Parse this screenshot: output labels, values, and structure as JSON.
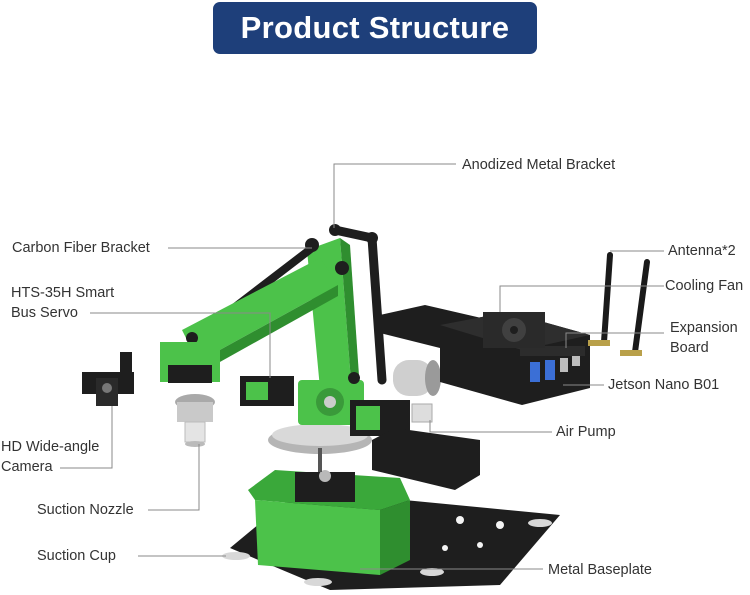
{
  "title": "Product Structure",
  "colors": {
    "title_bg": "#1e3f7a",
    "title_text": "#ffffff",
    "label_text": "#333333",
    "leader_line": "#8a8a8a",
    "arm_green": "#4cc24a",
    "metal_black": "#1e1e1e"
  },
  "labels": {
    "anodized_metal_bracket": "Anodized Metal Bracket",
    "carbon_fiber_bracket": "Carbon Fiber Bracket",
    "antenna": "Antenna*2",
    "hts_servo_line1": "HTS-35H Smart",
    "hts_servo_line2": "Bus Servo",
    "cooling_fan": "Cooling Fan",
    "expansion_board_line1": "Expansion",
    "expansion_board_line2": "Board",
    "jetson_nano": "Jetson Nano B01",
    "air_pump": "Air Pump",
    "hd_camera_line1": "HD Wide-angle",
    "hd_camera_line2": "Camera",
    "suction_nozzle": "Suction Nozzle",
    "suction_cup": "Suction Cup",
    "metal_baseplate": "Metal Baseplate"
  }
}
